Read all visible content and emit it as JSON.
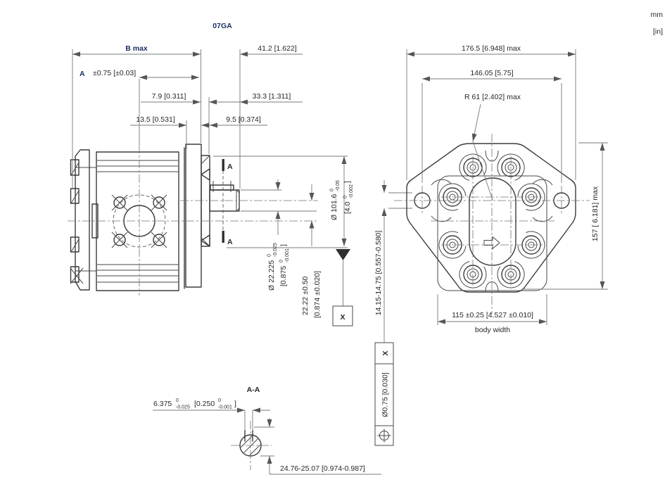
{
  "title": "07GA",
  "units": {
    "mm": "mm",
    "in": "[in]"
  },
  "colors": {
    "accent": "#1b2f63",
    "object_line": "#3b3b3d",
    "dim_line": "#77787b"
  },
  "left_view": {
    "dims": {
      "b_max": "B max",
      "a_label": "A",
      "a_tol": "±0.75 [±0.03]",
      "d41": "41.2 [1.622]",
      "d79": "7.9 [0.311]",
      "d333": "33.3 [1.311]",
      "d135": "13.5 [0.531]",
      "d95": "9.5 [0.374]",
      "shaft_dia": {
        "l1": "Ø 22.225",
        "l1_sup": "0",
        "l1_sub": "-0.025",
        "l2": "[0.875",
        "l2_sup": "0",
        "l2_sub": "-0.001",
        "l2_end": "]"
      },
      "centers": {
        "l1": "22.22 ±0.50",
        "l2": "[0.874 ±0.020]"
      },
      "pilot_dia": {
        "l1": "Ø 101.6",
        "l1_sup": "0",
        "l1_sub": "-0.05",
        "l2": "[4.0",
        "l2_sup": "0",
        "l2_sub": "-0.002",
        "l2_end": "]"
      },
      "datum": "X"
    },
    "section_mark_top": "A",
    "section_mark_bottom": "A"
  },
  "right_view": {
    "dims": {
      "d176": "176.5 [6.948] max",
      "d146": "146.05 [5.75]",
      "r61": "R 61 [2.402] max",
      "d157": "157 [ 6.181] max",
      "d115": "115 ±0.25 [4.527 ±0.010]",
      "body_width": "body width",
      "slot": "14.15-14.75 [0.557-0.580]",
      "fcf": {
        "tol": "Ø0.75 [0.030]",
        "datum": "X"
      }
    }
  },
  "section": {
    "title": "A-A",
    "key_w": {
      "m": "6.375",
      "m_sup": "0",
      "m_sub": "-0.025",
      "i": "[0.250",
      "i_sup": "0",
      "i_sub": "-0.001",
      "i_end": "]"
    },
    "d2476": "24.76-25.07 [0.974-0.987]"
  }
}
